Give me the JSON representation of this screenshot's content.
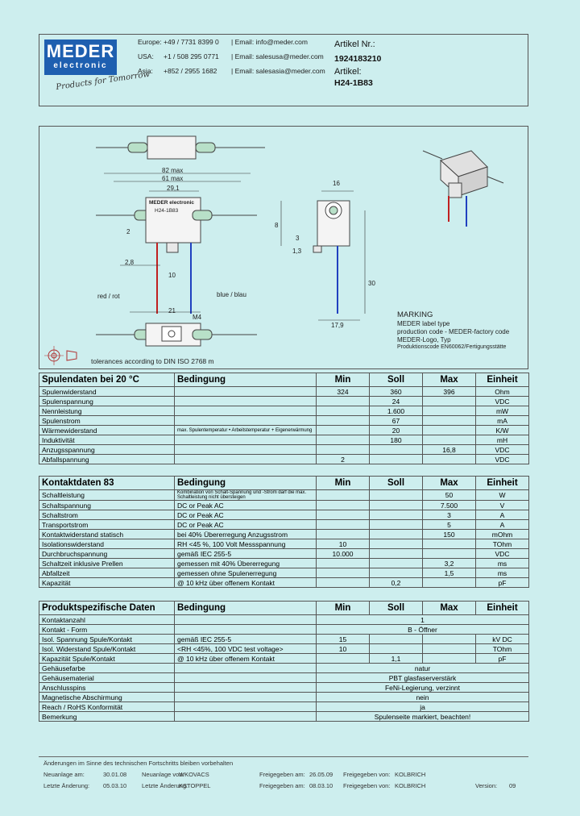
{
  "header": {
    "logo_line1": "MEDER",
    "logo_line2": "electronic",
    "slogan": "Products for Tomorrow",
    "contacts": [
      {
        "region": "Europe:",
        "phone": "+49 / 7731 8399 0",
        "email": "| Email: info@meder.com"
      },
      {
        "region": "USA:",
        "phone": "+1 / 508 295 0771",
        "email": "| Email: salesusa@meder.com"
      },
      {
        "region": "Asia:",
        "phone": "+852 / 2955 1682",
        "email": "| Email: salesasia@meder.com"
      }
    ],
    "artikel_nr_label": "Artikel Nr.:",
    "artikel_nr": "1924183210",
    "artikel_label": "Artikel:",
    "artikel": "H24-1B83"
  },
  "drawing": {
    "dim_82": "82 max",
    "dim_61": "61 max",
    "dim_29": "29,1",
    "dim_16": "16",
    "dim_8": "8",
    "dim_2": "2",
    "dim_28": "2,8",
    "dim_10": "10",
    "dim_21": "21",
    "dim_m4": "M4",
    "dim_179": "17,9",
    "dim_30": "30",
    "dim_3": "3",
    "dim_1b": "1,3",
    "body_text1": "MEDER electronic",
    "body_text2": "H24-1B83",
    "red_lbl": "red / rot",
    "blue_lbl": "blue / blau",
    "tolerances": "tolerances according to DIN ISO 2768 m",
    "marking_title": "MARKING",
    "marking_lines": [
      "MEDER label type",
      "production code - MEDER-factory code",
      "MEDER-Logo, Typ",
      "Produktionscode EN60062/Fertigungsstätte"
    ]
  },
  "table1": {
    "headers": [
      "Spulendaten bei 20 °C",
      "Bedingung",
      "Min",
      "Soll",
      "Max",
      "Einheit"
    ],
    "rows": [
      [
        "Spulenwiderstand",
        "",
        "324",
        "360",
        "396",
        "Ohm"
      ],
      [
        "Spulenspannung",
        "",
        "",
        "24",
        "",
        "VDC"
      ],
      [
        "Nennleistung",
        "",
        "",
        "1.600",
        "",
        "mW"
      ],
      [
        "Spulenstrom",
        "",
        "",
        "67",
        "",
        "mA"
      ],
      [
        "Wärmewiderstand",
        "max. Spulentemperatur\n• Arbeitstemperatur + Eigenerwärmung",
        "",
        "20",
        "",
        "K/W"
      ],
      [
        "Induktivität",
        "",
        "",
        "180",
        "",
        "mH"
      ],
      [
        "Anzugsspannung",
        "",
        "",
        "",
        "16,8",
        "VDC"
      ],
      [
        "Abfallspannung",
        "",
        "2",
        "",
        "",
        "VDC"
      ]
    ]
  },
  "table2": {
    "headers": [
      "Kontaktdaten 83",
      "Bedingung",
      "Min",
      "Soll",
      "Max",
      "Einheit"
    ],
    "rows": [
      [
        "Schaltleistung",
        "Kombination von Schalt-Spannung und -Strom darf die max. Schaltleistung nicht übersteigen",
        "",
        "",
        "50",
        "W"
      ],
      [
        "Schaltspannung",
        "DC or Peak AC",
        "",
        "",
        "7.500",
        "V"
      ],
      [
        "Schaltstrom",
        "DC or Peak AC",
        "",
        "",
        "3",
        "A"
      ],
      [
        "Transportstrom",
        "DC or Peak AC",
        "",
        "",
        "5",
        "A"
      ],
      [
        "Kontaktwiderstand statisch",
        "bei 40% Übererregung\nAnzugsstrom",
        "",
        "",
        "150",
        "mOhm"
      ],
      [
        "Isolationswiderstand",
        "RH <45 %, 100 Volt Messspannung",
        "10",
        "",
        "",
        "TOhm"
      ],
      [
        "Durchbruchspannung",
        "gemäß IEC 255-5",
        "10.000",
        "",
        "",
        "VDC"
      ],
      [
        "Schaltzeit inklusive Prellen",
        "gemessen mit 40% Übererregung",
        "",
        "",
        "3,2",
        "ms"
      ],
      [
        "Abfallzeit",
        "gemessen ohne Spulenerregung",
        "",
        "",
        "1,5",
        "ms"
      ],
      [
        "Kapazität",
        "@ 10 kHz über offenem Kontakt",
        "",
        "0,2",
        "",
        "pF"
      ]
    ]
  },
  "table3": {
    "headers": [
      "Produktspezifische Daten",
      "Bedingung",
      "Min",
      "Soll",
      "Max",
      "Einheit"
    ],
    "rows_split": [
      [
        "Isol. Spannung Spule/Kontakt",
        "gemäß IEC 255-5",
        "15",
        "",
        "",
        "kV DC"
      ],
      [
        "Isol. Widerstand Spule/Kontakt",
        "<RH <45%, 100 VDC test voltage>",
        "10",
        "",
        "",
        "TOhm"
      ],
      [
        "Kapazität Spule/Kontakt",
        "@ 10 kHz über offenem Kontakt",
        "",
        "1,1",
        "",
        "pF"
      ]
    ],
    "rows_merged_top": [
      [
        "Kontaktanzahl",
        "1"
      ],
      [
        "Kontakt - Form",
        "B - Öffner"
      ]
    ],
    "rows_merged_bottom": [
      [
        "Gehäusefarbe",
        "natur"
      ],
      [
        "Gehäusematerial",
        "PBT glasfaserverstärk"
      ],
      [
        "Anschlusspins",
        "FeNi-Legierung, verzinnt"
      ],
      [
        "Magnetische Abschirmung",
        "nein"
      ],
      [
        "Reach / RoHS Konformität",
        "ja"
      ],
      [
        "Bemerkung",
        "Spulenseite markiert, beachten!"
      ]
    ]
  },
  "footer": {
    "note": "Änderungen im Sinne des technischen Fortschritts bleiben vorbehalten",
    "row1": [
      "Neuanlage am:",
      "30.01.08",
      "Neuanlage von:",
      "WKOVACS",
      "Freigegeben am:",
      "26.05.09",
      "Freigegeben von:",
      "KOLBRICH"
    ],
    "row2": [
      "Letzte Änderung:",
      "05.03.10",
      "Letzte Änderung:",
      "KSTOPPEL",
      "Freigegeben am:",
      "08.03.10",
      "Freigegeben von:",
      "KOLBRICH",
      "Version:",
      "09"
    ]
  }
}
